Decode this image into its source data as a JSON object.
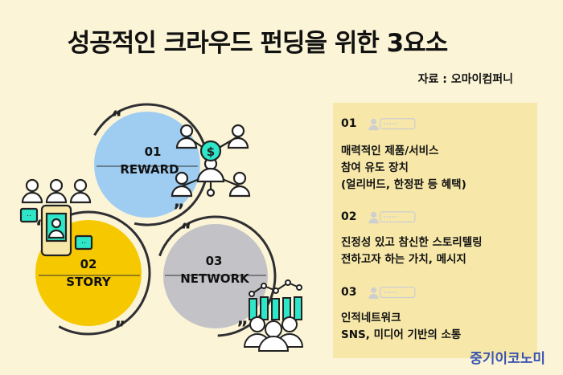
{
  "title": "성공적인 크라우드 펀딩을 위한 3요소",
  "source": "자료 : 오마이컴퍼니",
  "brand": "중기이코노미",
  "colors": {
    "background": "#fbf4d6",
    "panel": "#f7e8a9",
    "reward": "#9fcdf2",
    "story": "#f5c800",
    "network": "#c3c3c7",
    "teal": "#2ee6c8",
    "brand": "#3b56b0"
  },
  "circles": [
    {
      "num": "01",
      "label": "REWARD",
      "icon": "people-network-dollar-icon"
    },
    {
      "num": "02",
      "label": "STORY",
      "icon": "smartphone-chat-icon"
    },
    {
      "num": "03",
      "label": "NETWORK",
      "icon": "crowd-growth-chart-icon"
    }
  ],
  "items": [
    {
      "num": "01",
      "lines": [
        "매력적인 제품/서비스",
        "참여 유도 장치",
        " (얼리버드, 한정판 등 혜택)"
      ]
    },
    {
      "num": "02",
      "lines": [
        "진정성 있고 참신한 스토리텔링",
        "전하고자 하는 가치, 메시지"
      ]
    },
    {
      "num": "03",
      "lines": [
        "인적네트워크",
        "SNS, 미디어 기반의 소통"
      ]
    }
  ]
}
